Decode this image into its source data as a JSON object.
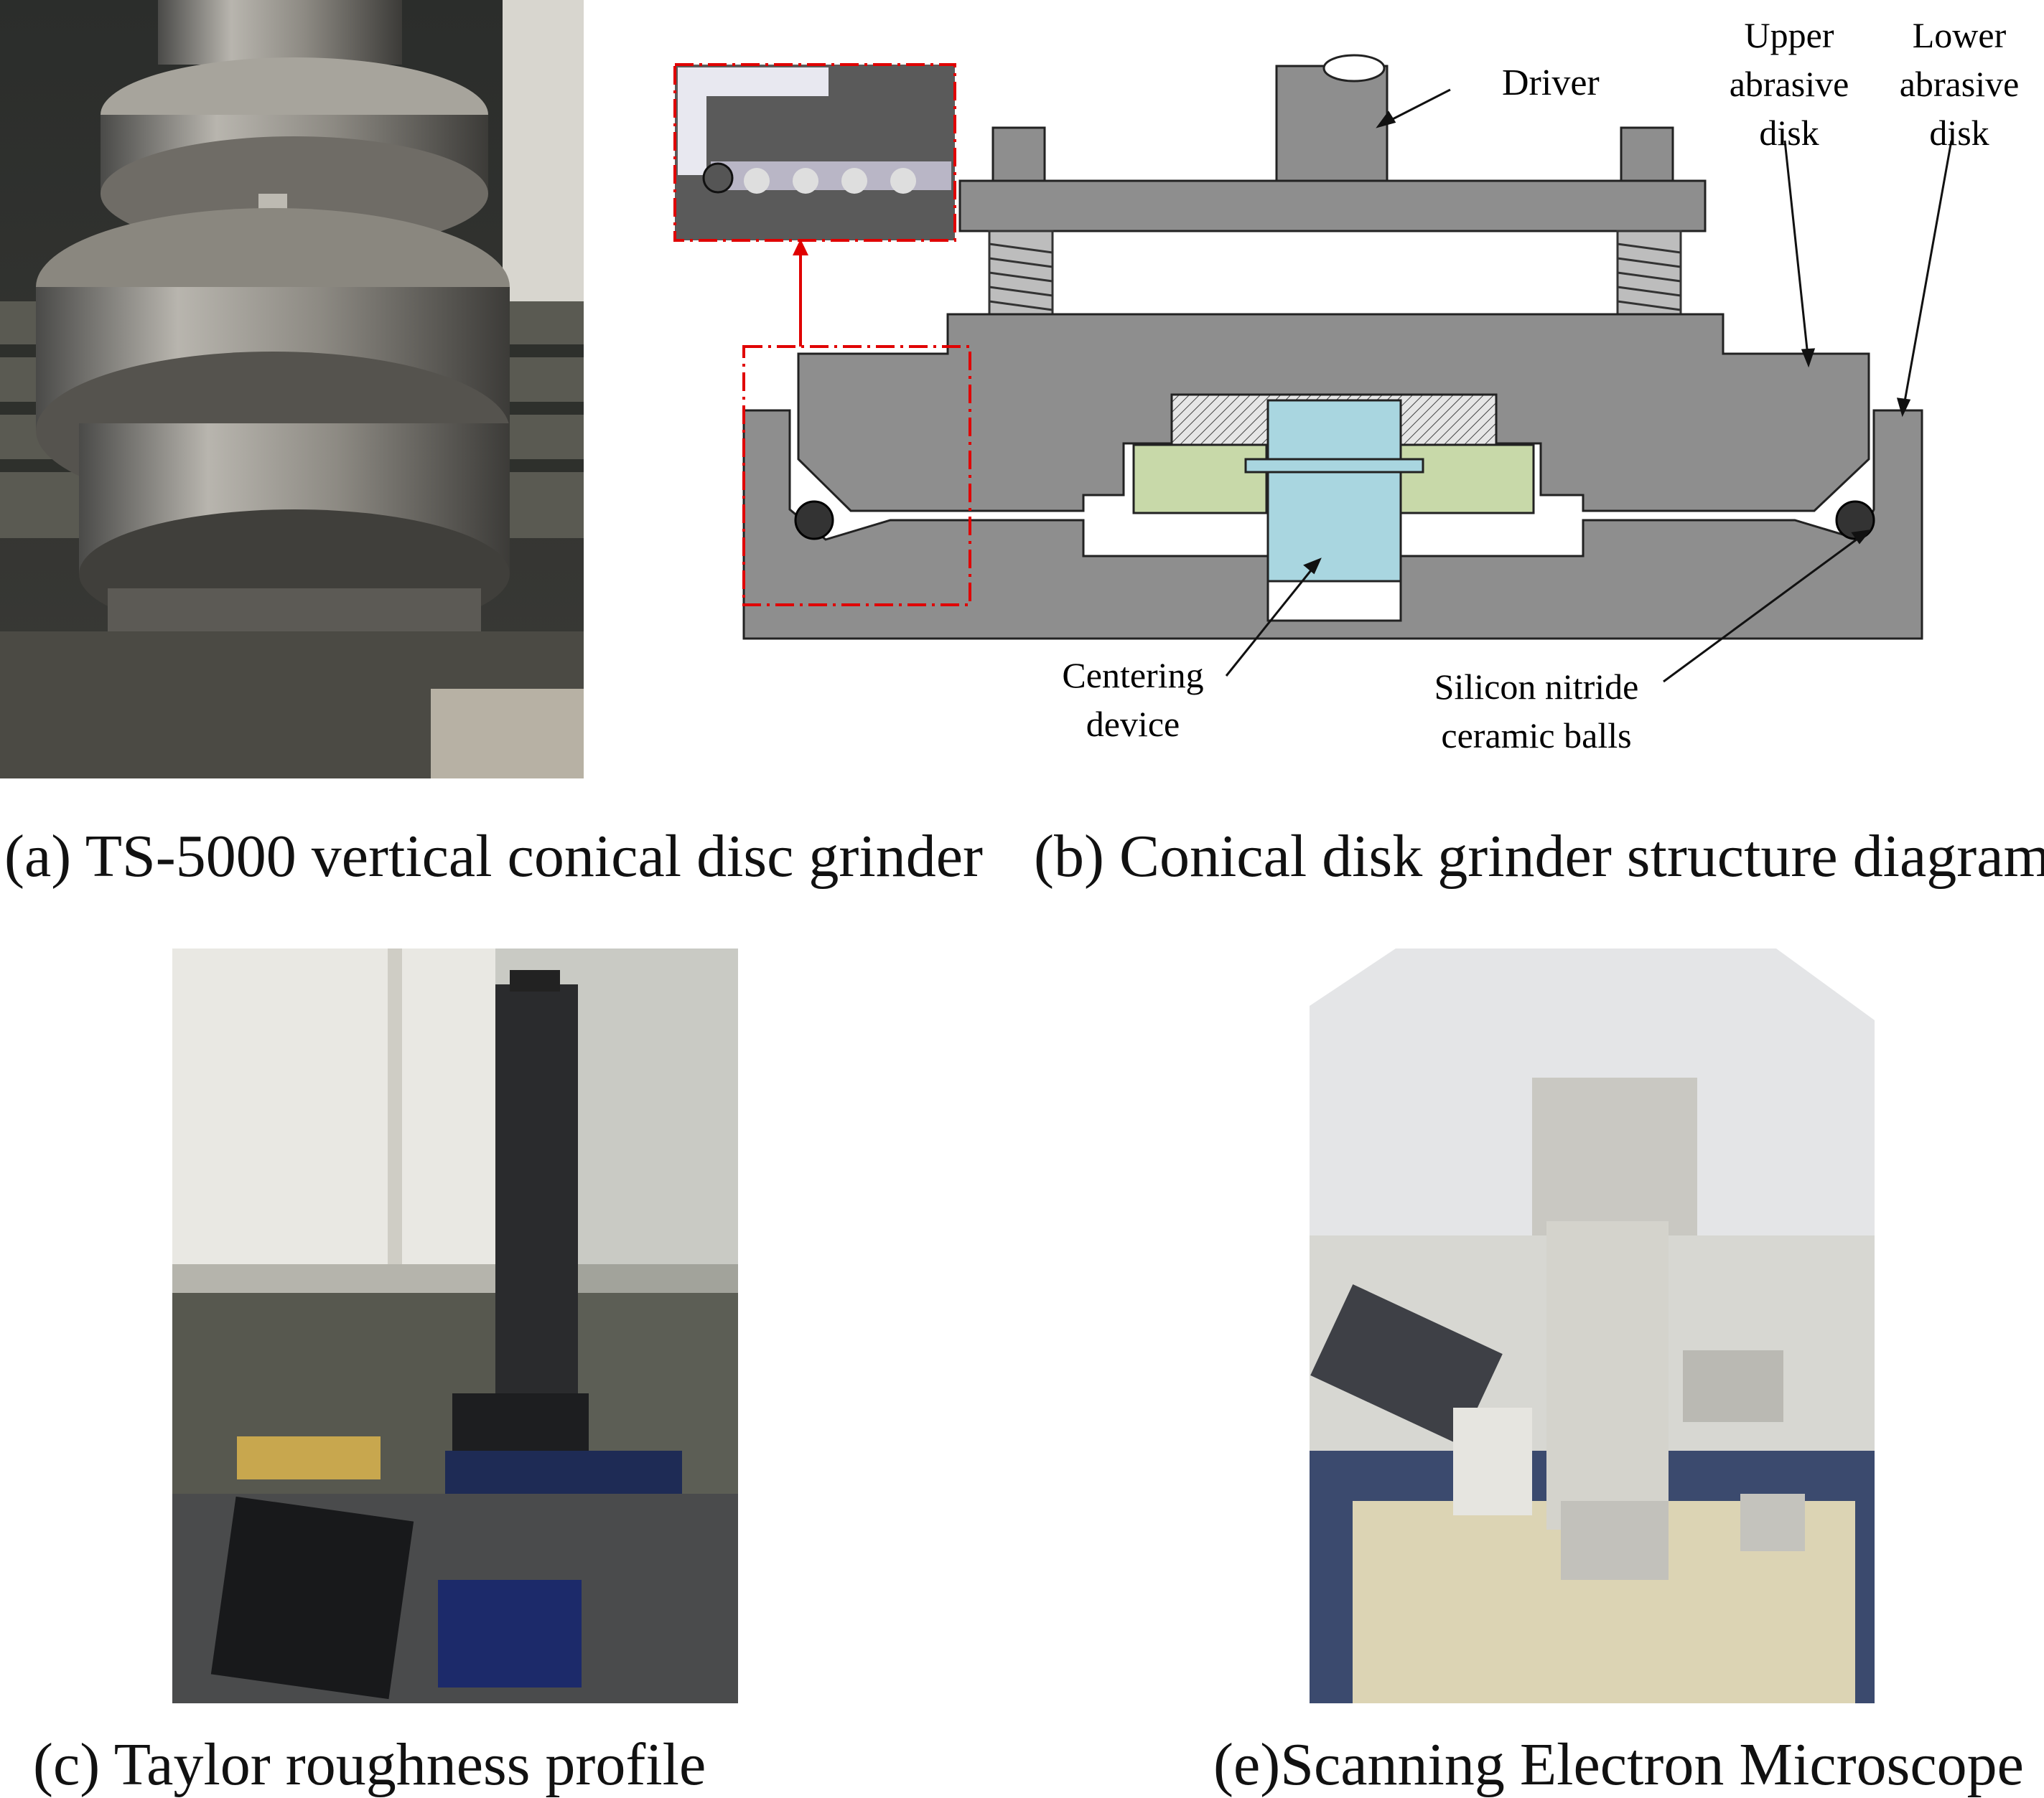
{
  "panels": {
    "a": {
      "caption": "(a) TS-5000 vertical conical disc grinder"
    },
    "b": {
      "caption": "(b) Conical disk grinder structure diagram",
      "labels": {
        "driver": "Driver",
        "upper_disk": [
          "Upper",
          "abrasive",
          "disk"
        ],
        "lower_disk": [
          "Lower",
          "abrasive",
          "disk"
        ],
        "centering": [
          "Centering",
          "device"
        ],
        "balls": [
          "Silicon nitride",
          "ceramic balls"
        ]
      },
      "colors": {
        "body": "#8e8e8e",
        "centering": "#a9d6e0",
        "bushing": "#c8d9a9",
        "outline": "#222222",
        "callout": "#e00000"
      }
    },
    "c": {
      "caption": "(c) Taylor roughness profile"
    },
    "e": {
      "caption": "(e)Scanning Electron Microscope"
    }
  }
}
